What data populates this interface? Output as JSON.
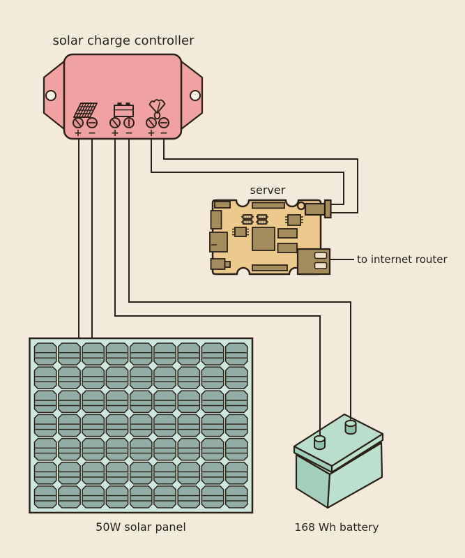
{
  "colors": {
    "background": "#f3eadb",
    "outline": "#2b2118",
    "controller_pink": "#f0a1a1",
    "screw_pink": "#e69494",
    "hole_white": "#f6efe3",
    "board_tan": "#ecc98c",
    "component_brown": "#a58c5d",
    "slot_cream": "#f0e3c9",
    "panel_bg": "#cde6de",
    "cell_teal": "#91ada5",
    "battery_top": "#b9dfcc",
    "battery_front": "#a2cfbb",
    "battery_right": "#bce1cf",
    "terminal_side": "#8fc0ab"
  },
  "controller": {
    "label": "solar charge controller",
    "icons": [
      "solar-panel-icon",
      "battery-icon",
      "lamp-icon"
    ],
    "terminal_signs": [
      "+",
      "−",
      "+",
      "−",
      "+",
      "−"
    ]
  },
  "server": {
    "label": "server"
  },
  "router_note": {
    "label": "to internet router"
  },
  "solar_panel": {
    "label": "50W solar panel",
    "columns": 9,
    "rows": 7
  },
  "battery": {
    "label": "168 Wh battery"
  }
}
